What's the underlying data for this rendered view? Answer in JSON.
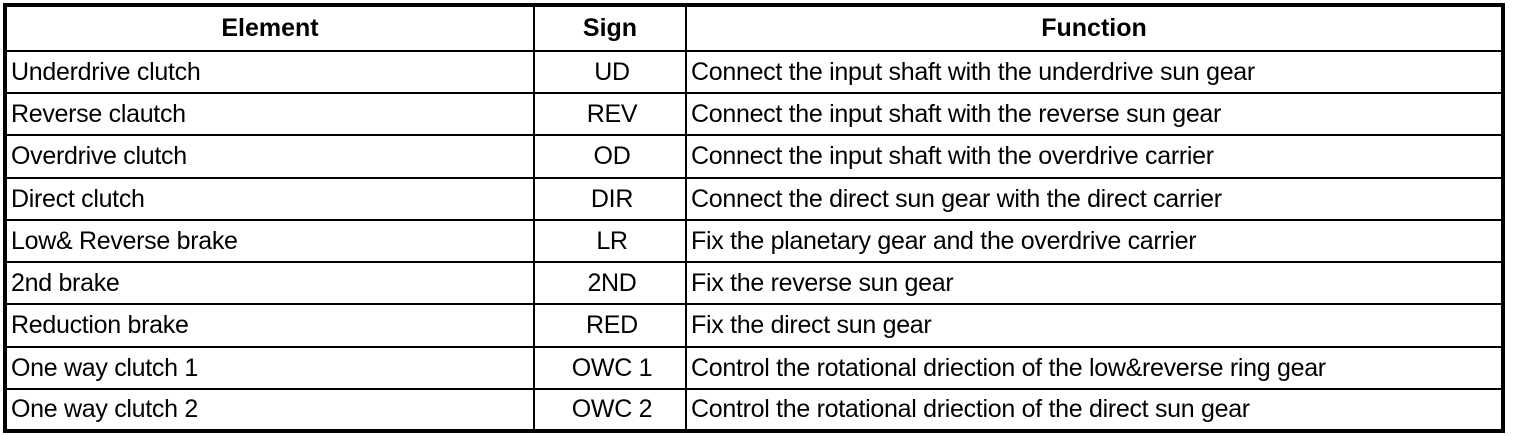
{
  "table": {
    "name": "transmission-elements-table",
    "columns": [
      {
        "key": "element",
        "label": "Element",
        "align": "center"
      },
      {
        "key": "sign",
        "label": "Sign",
        "align": "center"
      },
      {
        "key": "function",
        "label": "Function",
        "align": "center"
      }
    ],
    "rows": [
      {
        "element": "Underdrive clutch",
        "sign": "UD",
        "function": "Connect the input shaft with the underdrive sun gear"
      },
      {
        "element": "Reverse clautch",
        "sign": "REV",
        "function": "Connect the input shaft with the reverse sun gear"
      },
      {
        "element": "Overdrive clutch",
        "sign": "OD",
        "function": "Connect the input shaft with the overdrive carrier"
      },
      {
        "element": "Direct clutch",
        "sign": "DIR",
        "function": "Connect the direct sun gear with the direct carrier"
      },
      {
        "element": "Low& Reverse brake",
        "sign": "LR",
        "function": "Fix the planetary gear and the overdrive carrier"
      },
      {
        "element": "2nd brake",
        "sign": "2ND",
        "function": "Fix the reverse sun gear"
      },
      {
        "element": "Reduction brake",
        "sign": "RED",
        "function": "Fix the direct sun gear"
      },
      {
        "element": "One way clutch 1",
        "sign": "OWC 1",
        "function": "Control the rotational driection of the low&reverse ring gear"
      },
      {
        "element": "One way clutch 2",
        "sign": "OWC 2",
        "function": "Control the rotational driection of the direct sun gear"
      }
    ]
  },
  "colors": {
    "text": "#000000",
    "background": "#ffffff",
    "border": "#000000"
  }
}
